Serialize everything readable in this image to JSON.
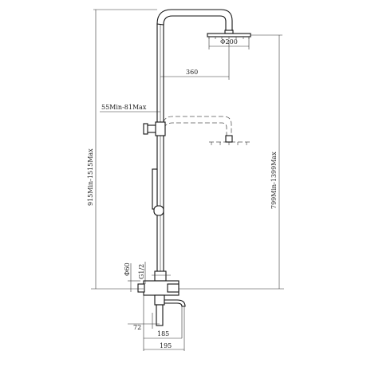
{
  "drawing": {
    "dimensions": {
      "head_diameter": "Φ200",
      "arm_reach": "360",
      "slide_range": "55Min-81Max",
      "total_height": "915Min-1515Max",
      "mount_height": "799Min-1399Max",
      "pipe_diameter": "Φ60",
      "thread": "G1/2",
      "spout_drop": "72",
      "width_inner": "185",
      "width_outer": "195"
    }
  }
}
